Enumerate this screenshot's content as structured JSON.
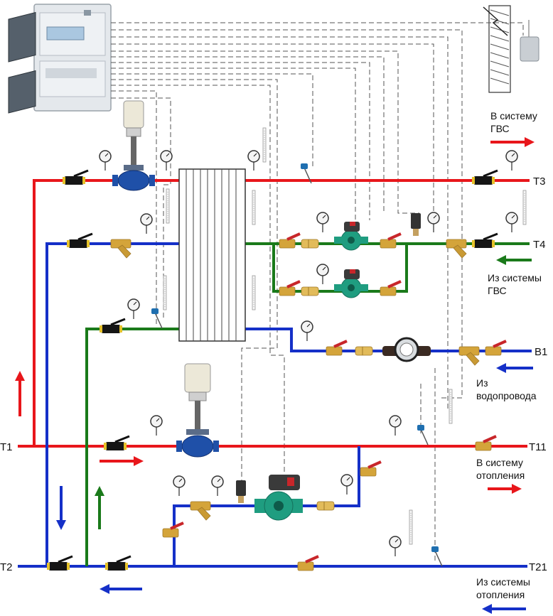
{
  "colors": {
    "supply": "#e8161b",
    "return": "#1530c8",
    "dhw_circ": "#1a7a1a",
    "valve_red": "#c8262a",
    "brass": "#d4a43a",
    "pump_green": "#1f9d80"
  },
  "labels": {
    "t1": "T1",
    "t2": "T2",
    "t3": "T3",
    "t4": "T4",
    "b1": "B1",
    "t11": "T11",
    "t21": "T21",
    "to_dhw": [
      "В систему",
      "ГВС"
    ],
    "from_dhw": [
      "Из системы",
      "ГВС"
    ],
    "from_water": [
      "Из",
      "водопровода"
    ],
    "to_heating": [
      "В систему",
      "отопления"
    ],
    "from_heating": [
      "Из системы",
      "отопления"
    ]
  },
  "icons": [
    "control-cabinet",
    "actuator-valve",
    "plate-heat-exchanger",
    "circulation-pump",
    "water-meter",
    "pressure-gauge",
    "thermometer",
    "temperature-sensor",
    "pressure-transducer",
    "ball-valve",
    "strainer",
    "check-valve",
    "outdoor-sensor"
  ]
}
